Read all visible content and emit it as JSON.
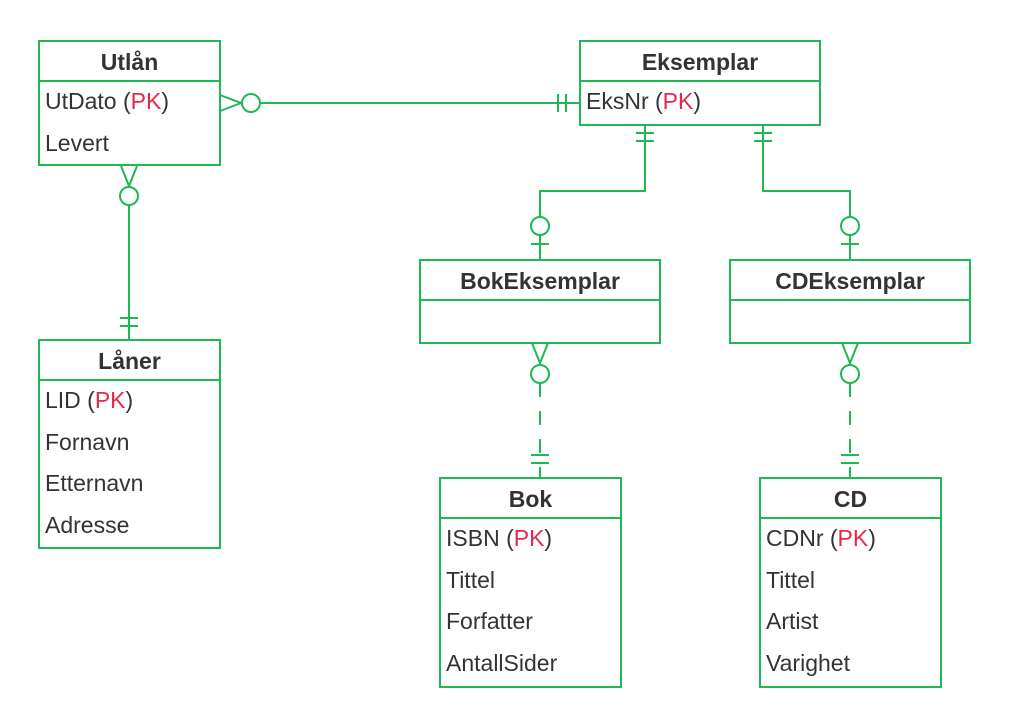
{
  "colors": {
    "line": "#1db954",
    "pk": "#e8284a",
    "text": "#333333"
  },
  "entities": {
    "utlan": {
      "title": "Utlån",
      "attributes": [
        {
          "pre": "UtDato (",
          "pk": "PK",
          "post": ")"
        },
        {
          "pre": "Levert",
          "pk": "",
          "post": ""
        }
      ]
    },
    "eksemplar": {
      "title": "Eksemplar",
      "attributes": [
        {
          "pre": "EksNr (",
          "pk": "PK",
          "post": ")"
        }
      ]
    },
    "laner": {
      "title": "Låner",
      "attributes": [
        {
          "pre": "LID (",
          "pk": "PK",
          "post": ")"
        },
        {
          "pre": "Fornavn",
          "pk": "",
          "post": ""
        },
        {
          "pre": "Etternavn",
          "pk": "",
          "post": ""
        },
        {
          "pre": "Adresse",
          "pk": "",
          "post": ""
        }
      ]
    },
    "bokeksemplar": {
      "title": "BokEksemplar",
      "attributes": []
    },
    "cdeksemplar": {
      "title": "CDEksemplar",
      "attributes": []
    },
    "bok": {
      "title": "Bok",
      "attributes": [
        {
          "pre": "ISBN (",
          "pk": "PK",
          "post": ")"
        },
        {
          "pre": "Tittel",
          "pk": "",
          "post": ""
        },
        {
          "pre": "Forfatter",
          "pk": "",
          "post": ""
        },
        {
          "pre": "AntallSider",
          "pk": "",
          "post": ""
        }
      ]
    },
    "cd": {
      "title": "CD",
      "attributes": [
        {
          "pre": "CDNr (",
          "pk": "PK",
          "post": ")"
        },
        {
          "pre": "Tittel",
          "pk": "",
          "post": ""
        },
        {
          "pre": "Artist",
          "pk": "",
          "post": ""
        },
        {
          "pre": "Varighet",
          "pk": "",
          "post": ""
        }
      ]
    }
  }
}
